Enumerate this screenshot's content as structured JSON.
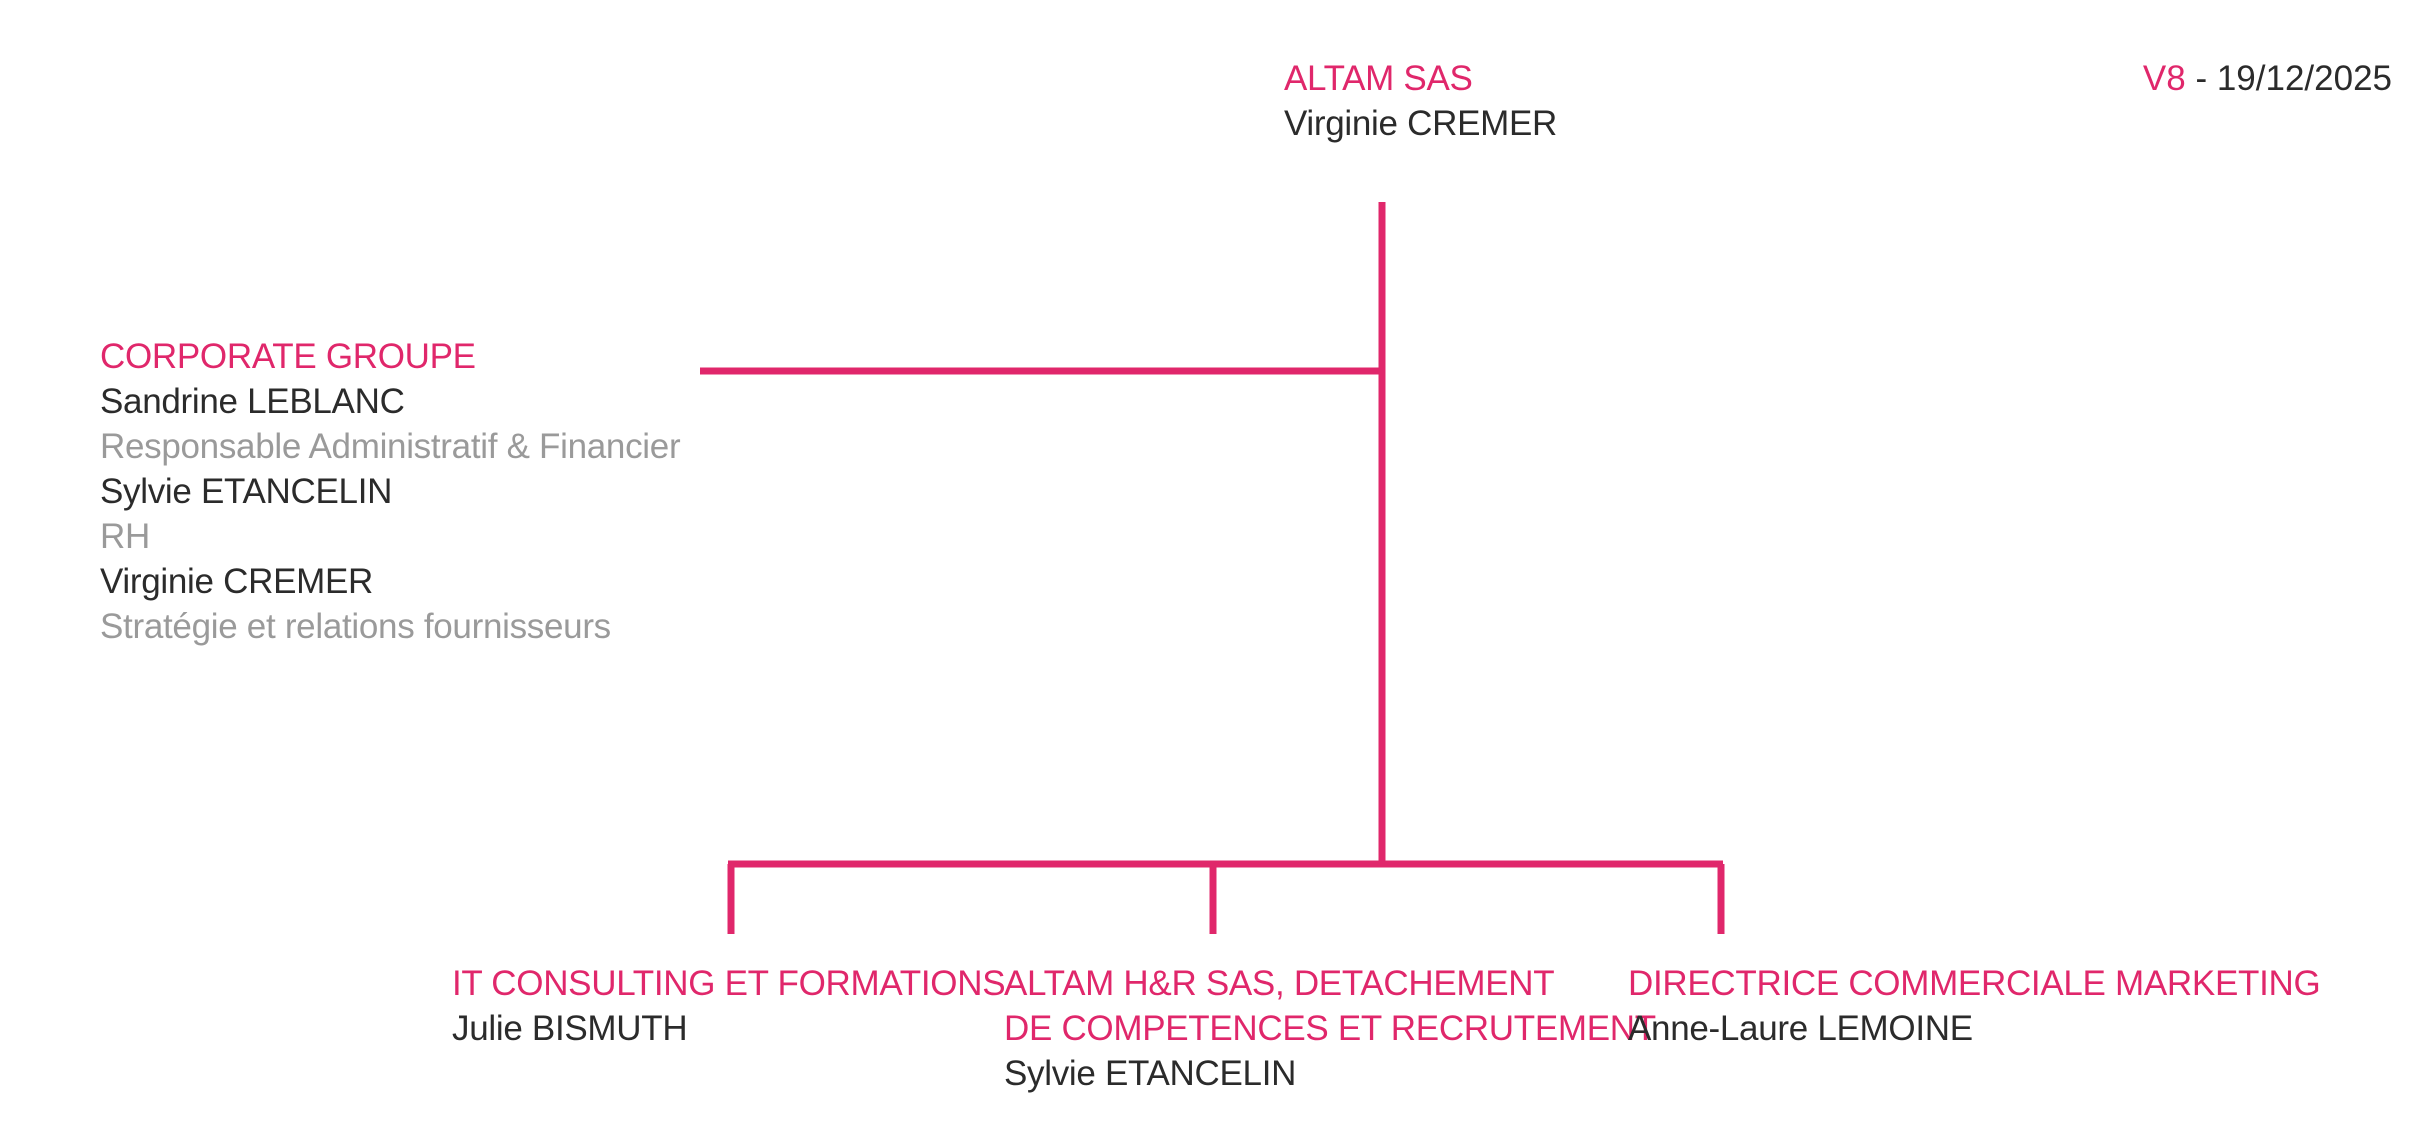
{
  "version": {
    "label": "V8",
    "separator": " - ",
    "date": "19/12/2025"
  },
  "colors": {
    "accent": "#e0276b",
    "name": "#2b2b2b",
    "role": "#9a9a9a",
    "line": "#e0276b"
  },
  "root": {
    "title": "ALTAM SAS",
    "name": "Virginie CREMER"
  },
  "corporate": {
    "title": "CORPORATE GROUPE",
    "members": [
      {
        "name": "Sandrine LEBLANC",
        "role": "Responsable Administratif & Financier"
      },
      {
        "name": "Sylvie ETANCELIN",
        "role": "RH"
      },
      {
        "name": "Virginie CREMER",
        "role": "Stratégie et relations fournisseurs"
      }
    ]
  },
  "children": [
    {
      "title_lines": [
        "IT CONSULTING ET FORMATIONS"
      ],
      "name": "Julie BISMUTH"
    },
    {
      "title_lines": [
        "ALTAM H&R SAS, DETACHEMENT",
        "DE COMPETENCES ET RECRUTEMENT"
      ],
      "name": "Sylvie ETANCELIN"
    },
    {
      "title_lines": [
        "DIRECTRICE COMMERCIALE MARKETING"
      ],
      "name": "Anne-Laure LEMOINE"
    }
  ]
}
